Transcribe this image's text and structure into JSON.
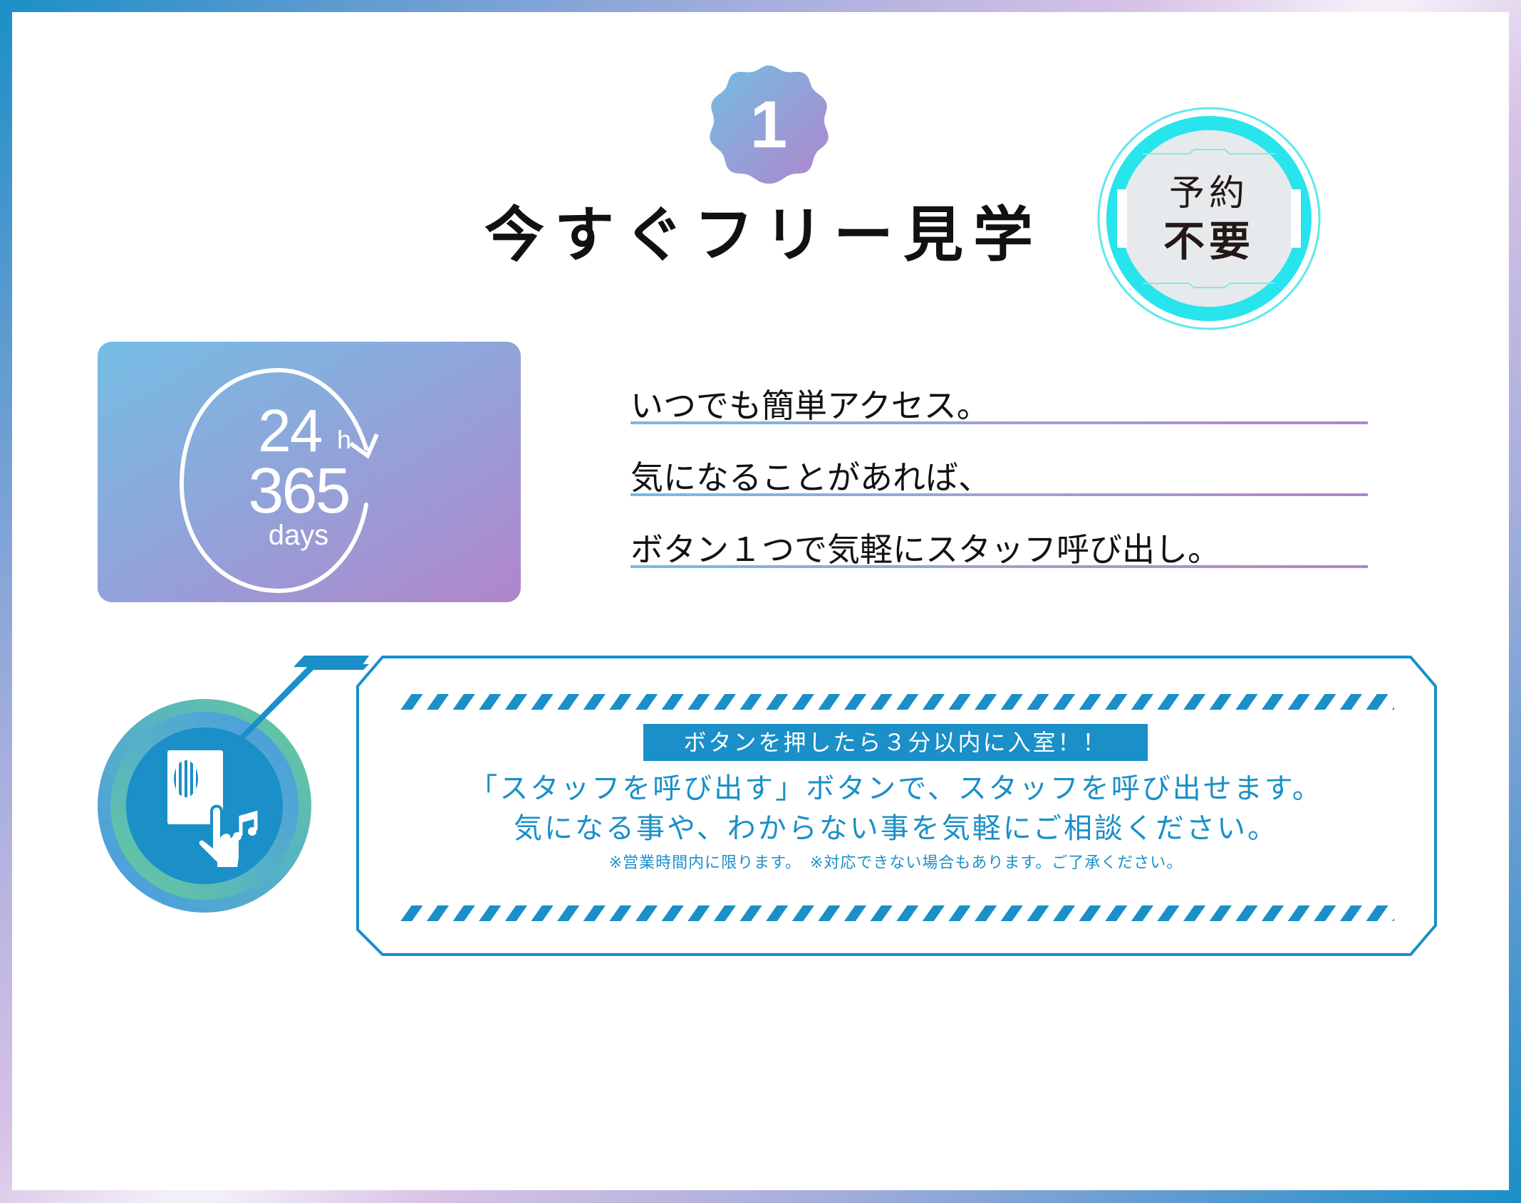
{
  "badge": {
    "number": "1",
    "gradient_from": "#74bde4",
    "gradient_to": "#b185cb"
  },
  "header": {
    "title": "今すぐフリー見学"
  },
  "stamp": {
    "line1": "予約",
    "line2": "不要",
    "ring_color": "#2ee6ee",
    "fill_color": "#e6eaec"
  },
  "availability_card": {
    "hours": "24",
    "hours_unit": "h",
    "days_count": "365",
    "days_label": "days",
    "icon": "cycle-arrow-icon"
  },
  "features": [
    {
      "text": "いつでも簡単アクセス。"
    },
    {
      "text": "気になることがあれば、"
    },
    {
      "text": "ボタン１つで気軽にスタッフ呼び出し。"
    }
  ],
  "call_panel": {
    "icon": "intercom-press-button-icon",
    "badge_text": "ボタンを押したら３分以内に入室！！",
    "message_line1": "「スタッフを呼び出す」ボタンで、スタッフを呼び出せます。",
    "message_line2": "気になる事や、わからない事を気軽にご相談ください。",
    "note": "※営業時間内に限ります。　※対応できない場合もあります。ご了承ください。",
    "accent_color": "#1a8fc8"
  },
  "frame": {
    "color_start": "#1a8fc8",
    "color_mid": "#d8c2e6"
  }
}
